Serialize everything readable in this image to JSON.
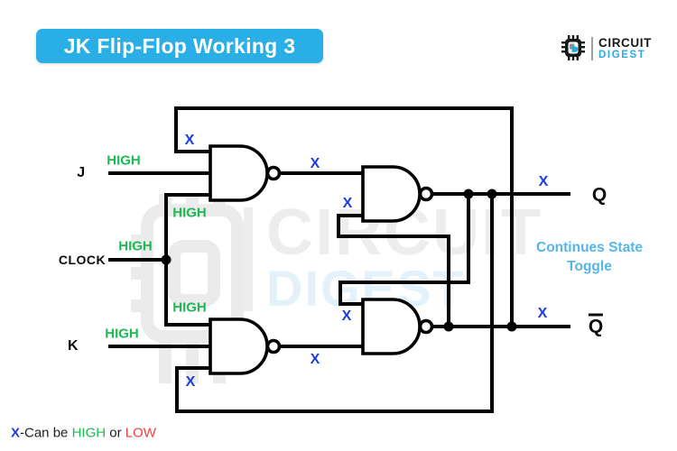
{
  "title": "JK Flip-Flop Working 3",
  "logo": {
    "name_top": "CIRCUIT",
    "name_bottom": "DIGEST"
  },
  "watermark": {
    "word_top": "CIRCUIT",
    "word_bottom": "DIGEST"
  },
  "inputs": {
    "j_label": "J",
    "clock_label": "CLOCK",
    "k_label": "K"
  },
  "outputs": {
    "q_label": "Q",
    "q_bar_label": "Q"
  },
  "signals": {
    "high": "HIGH",
    "x": "X"
  },
  "status": {
    "line1": "Continues State",
    "line2": "Toggle"
  },
  "footnote": {
    "x": "X",
    "sep": "-Can be ",
    "high": "HIGH",
    "or": " or ",
    "low": "LOW"
  },
  "colors": {
    "title_bg": "#29aee5",
    "x_blue": "#1e3cdf",
    "high_green": "#1db954",
    "low_red": "#f53d3d",
    "toggle_blue": "#55b5e9",
    "logo_blue": "#29abe2",
    "wire_black": "#000000"
  }
}
